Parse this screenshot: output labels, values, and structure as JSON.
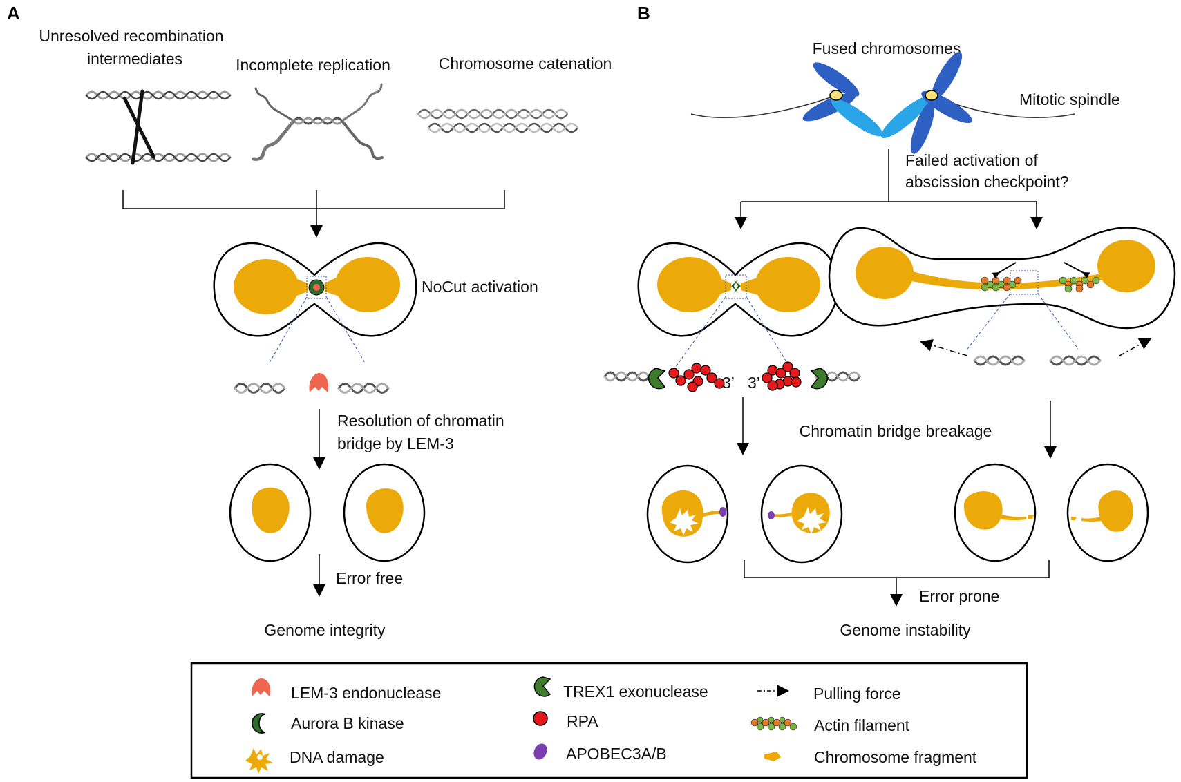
{
  "panels": {
    "a": "A",
    "b": "B"
  },
  "panel_a": {
    "sources": [
      "Unresolved recombination",
      "intermediates",
      "Incomplete replication",
      "Chromosome catenation"
    ],
    "nocut": "NoCut activation",
    "resolution": [
      "Resolution of chromatin",
      "bridge by LEM-3"
    ],
    "outcome": "Error free",
    "result": "Genome integrity"
  },
  "panel_b": {
    "fused": "Fused chromosomes",
    "spindle": "Mitotic spindle",
    "question": [
      "Failed activation of",
      "abscission checkpoint?"
    ],
    "prime_left": "3’",
    "prime_right": "3’",
    "breakage": "Chromatin bridge breakage",
    "outcome": "Error prone",
    "result": "Genome instability"
  },
  "legend": {
    "lem3": "LEM-3 endonuclease",
    "aurora": "Aurora B kinase",
    "damage": "DNA damage",
    "trex1": "TREX1 exonuclease",
    "rpa": "RPA",
    "apobec": "APOBEC3A/B",
    "pulling": "Pulling force",
    "actin": "Actin filament",
    "fragment": "Chromosome fragment"
  },
  "colors": {
    "chromatin": "#EBAA0A",
    "lem3": "#EF6650",
    "aurora": "#2E6B2E",
    "trex1": "#3F7D2E",
    "rpa": "#E5191C",
    "apobec": "#7A3FB0",
    "chromosome_dark": "#2E5FC2",
    "chromosome_light": "#2AA6E8",
    "centromere": "#F7E27A"
  }
}
